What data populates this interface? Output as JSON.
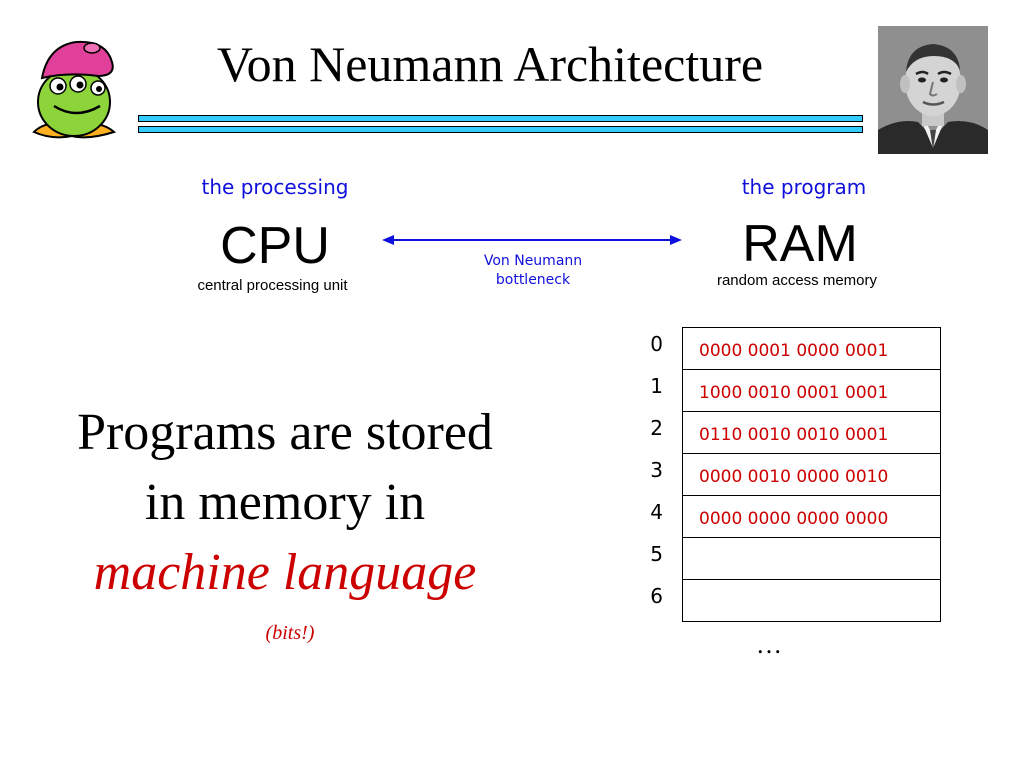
{
  "slide": {
    "title": "Von Neumann Architecture",
    "cpu": {
      "caption": "the processing",
      "name": "CPU",
      "full_name": "central processing unit"
    },
    "ram": {
      "caption": "the program",
      "name": "RAM",
      "full_name": "random access memory"
    },
    "connector": {
      "label_line1": "Von Neumann",
      "label_line2": "bottleneck"
    },
    "statement": {
      "line1": "Programs are stored",
      "line2": "in memory in",
      "line3": "machine language",
      "note": "(bits!)"
    },
    "memory": {
      "rows": [
        {
          "address": "0",
          "value": "0000 0001 0000 0001"
        },
        {
          "address": "1",
          "value": "1000 0010 0001 0001"
        },
        {
          "address": "2",
          "value": "0110 0010 0010 0001"
        },
        {
          "address": "3",
          "value": "0000 0010 0000 0010"
        },
        {
          "address": "4",
          "value": "0000 0000 0000 0000"
        },
        {
          "address": "5",
          "value": ""
        },
        {
          "address": "6",
          "value": ""
        }
      ],
      "continuation": "…"
    },
    "images": {
      "mascot": "cartoon-alien-mascot",
      "portrait": "von-neumann-portrait-photo"
    },
    "colors": {
      "title_rule": "#33ccff",
      "blue_text": "#1010dd",
      "red_text": "#cc0000"
    }
  }
}
